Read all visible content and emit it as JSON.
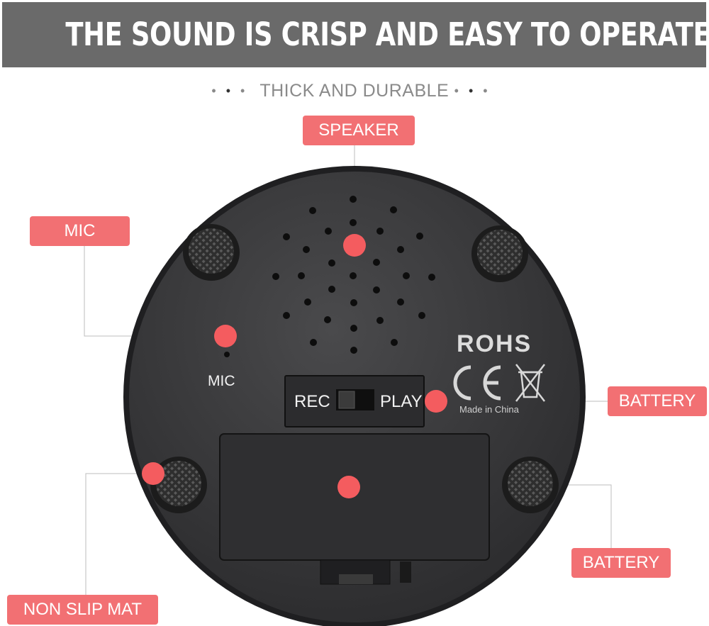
{
  "banner": {
    "title": "THE SOUND IS CRISP AND EASY TO OPERATE"
  },
  "subtitle": {
    "text": "THICK AND DURABLE"
  },
  "labels": {
    "speaker": "SPEAKER",
    "mic": "MIC",
    "battery_switch": "BATTERY",
    "battery_compartment": "BATTERY",
    "non_slip_mat": "NON SLIP MAT"
  },
  "device_markings": {
    "mic": "MIC",
    "rec": "REC",
    "play": "PLAY",
    "rohs": "ROHS",
    "ce": "CE",
    "made_in": "Made in China"
  },
  "colors": {
    "banner": "#6a6a6a",
    "label": "#f27073",
    "marker": "#f45c5f",
    "device": "#3a3a3c"
  }
}
